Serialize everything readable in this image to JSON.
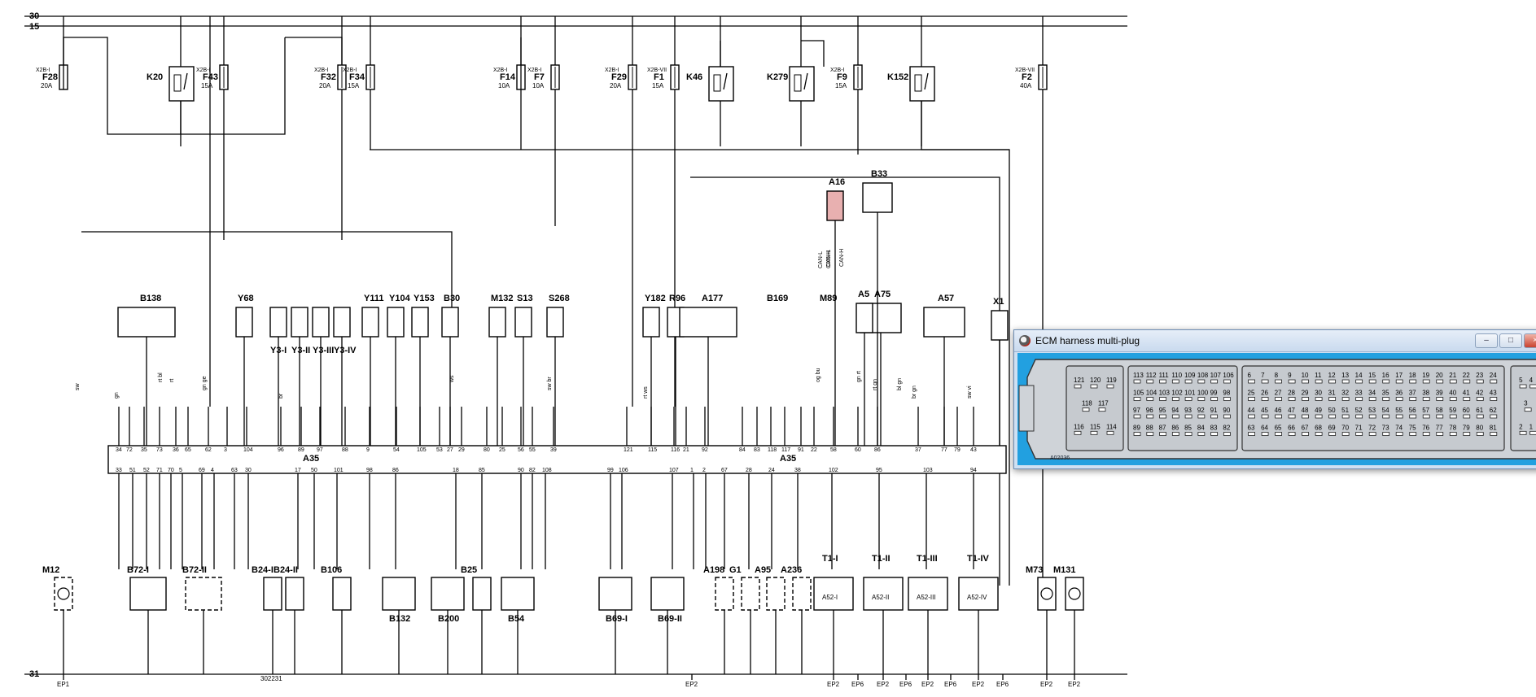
{
  "window": {
    "title": "ECM harness multi-plug",
    "buttons": {
      "minimize": "–",
      "maximize": "□",
      "close": "×"
    }
  },
  "plug": {
    "code": "A02036",
    "blocks": [
      {
        "rows": [
          [
            "121",
            "120",
            "119"
          ],
          [
            "118",
            "117"
          ],
          [
            "116",
            "115",
            "114"
          ]
        ]
      },
      {
        "rows": [
          [
            "113",
            "112",
            "111",
            "110",
            "109",
            "108",
            "107",
            "106"
          ],
          [
            "105",
            "104",
            "103",
            "102",
            "101",
            "100",
            "99",
            "98"
          ],
          [
            "97",
            "96",
            "95",
            "94",
            "93",
            "92",
            "91",
            "90"
          ],
          [
            "89",
            "88",
            "87",
            "86",
            "85",
            "84",
            "83",
            "82"
          ]
        ]
      },
      {
        "rows": [
          [
            "6",
            "7",
            "8",
            "9",
            "10",
            "11",
            "12",
            "13",
            "14",
            "15",
            "16",
            "17",
            "18",
            "19",
            "20",
            "21",
            "22",
            "23",
            "24"
          ],
          [
            "25",
            "26",
            "27",
            "28",
            "29",
            "30",
            "31",
            "32",
            "33",
            "34",
            "35",
            "36",
            "37",
            "38",
            "39",
            "40",
            "41",
            "42",
            "43"
          ],
          [
            "44",
            "45",
            "46",
            "47",
            "48",
            "49",
            "50",
            "51",
            "52",
            "53",
            "54",
            "55",
            "56",
            "57",
            "58",
            "59",
            "60",
            "61",
            "62"
          ],
          [
            "63",
            "64",
            "65",
            "66",
            "67",
            "68",
            "69",
            "70",
            "71",
            "72",
            "73",
            "74",
            "75",
            "76",
            "77",
            "78",
            "79",
            "80",
            "81"
          ]
        ]
      },
      {
        "rows": [
          [
            "5",
            "4"
          ],
          [
            "3"
          ],
          [
            "2",
            "1"
          ]
        ]
      }
    ]
  },
  "schematic": {
    "rails": {
      "top1": "30",
      "top2": "15",
      "bottom": "31"
    },
    "fuses": [
      {
        "id": "F28",
        "conn": "X2B-I",
        "amp": "20A"
      },
      {
        "id": "F43",
        "conn": "X2B-I",
        "amp": "15A"
      },
      {
        "id": "F32",
        "conn": "X2B-I",
        "amp": "20A"
      },
      {
        "id": "F34",
        "conn": "X2B-I",
        "amp": "15A"
      },
      {
        "id": "F14",
        "conn": "X2B-I",
        "amp": "10A"
      },
      {
        "id": "F7",
        "conn": "X2B-I",
        "amp": "10A"
      },
      {
        "id": "F29",
        "conn": "X2B-I",
        "amp": "20A"
      },
      {
        "id": "F1",
        "conn": "X2B-VII",
        "amp": "15A"
      },
      {
        "id": "F9",
        "conn": "X2B-I",
        "amp": "15A"
      },
      {
        "id": "F2",
        "conn": "X2B-VII",
        "amp": "40A"
      }
    ],
    "relays": [
      "K20",
      "K46",
      "K279",
      "K152"
    ],
    "upper_components": [
      "B138",
      "Y68",
      "Y3-I",
      "Y3-II",
      "Y3-III",
      "Y3-IV",
      "Y111",
      "Y104",
      "Y153",
      "B30",
      "M132",
      "S13",
      "S268",
      "Y182",
      "R96",
      "A177",
      "B169",
      "M89",
      "A75",
      "A57",
      "X1",
      "A16",
      "B33",
      "A5",
      "CAN-L",
      "CAN-H"
    ],
    "lower_components": [
      "M12",
      "B72-I",
      "B72-II",
      "B24-I",
      "B24-II",
      "B106",
      "B132",
      "B200",
      "B25",
      "B54",
      "B69-I",
      "B69-II",
      "A198",
      "G1",
      "A95",
      "A236",
      "T1-I",
      "T1-II",
      "T1-III",
      "T1-IV",
      "A52-I",
      "A52-II",
      "A52-III",
      "A52-IV",
      "M73",
      "M131"
    ],
    "ecu": "A35",
    "ecu_pins_top": [
      "34",
      "72",
      "35",
      "73",
      "36",
      "65",
      "62",
      "3",
      "104",
      "96",
      "89",
      "97",
      "88",
      "9",
      "54",
      "105",
      "53",
      "27",
      "29",
      "80",
      "25",
      "56",
      "55",
      "39",
      "121",
      "115",
      "116",
      "21",
      "92",
      "84",
      "83",
      "118",
      "117",
      "91",
      "22",
      "58",
      "60",
      "86",
      "37",
      "77",
      "79",
      "43"
    ],
    "ecu_pins_bottom": [
      "33",
      "51",
      "52",
      "71",
      "70",
      "5",
      "69",
      "4",
      "63",
      "30",
      "17",
      "50",
      "101",
      "98",
      "86",
      "18",
      "85",
      "90",
      "82",
      "108",
      "99",
      "106",
      "107",
      "1",
      "2",
      "67",
      "28",
      "24",
      "38",
      "102",
      "95",
      "103",
      "94"
    ],
    "grounds": [
      "EP1",
      "EP2",
      "EP2",
      "EP6",
      "EP2",
      "EP6",
      "EP2",
      "EP6",
      "EP2",
      "EP6",
      "EP2",
      "EP2"
    ],
    "drawing_code": "302231",
    "wire_colours": [
      "rt",
      "sw",
      "gn",
      "rt bl",
      "gn ge",
      "br",
      "ws",
      "sw br",
      "rt ws",
      "gn rt",
      "bl gn",
      "sw vi",
      "og bu",
      "rt gn",
      "br gn"
    ]
  }
}
